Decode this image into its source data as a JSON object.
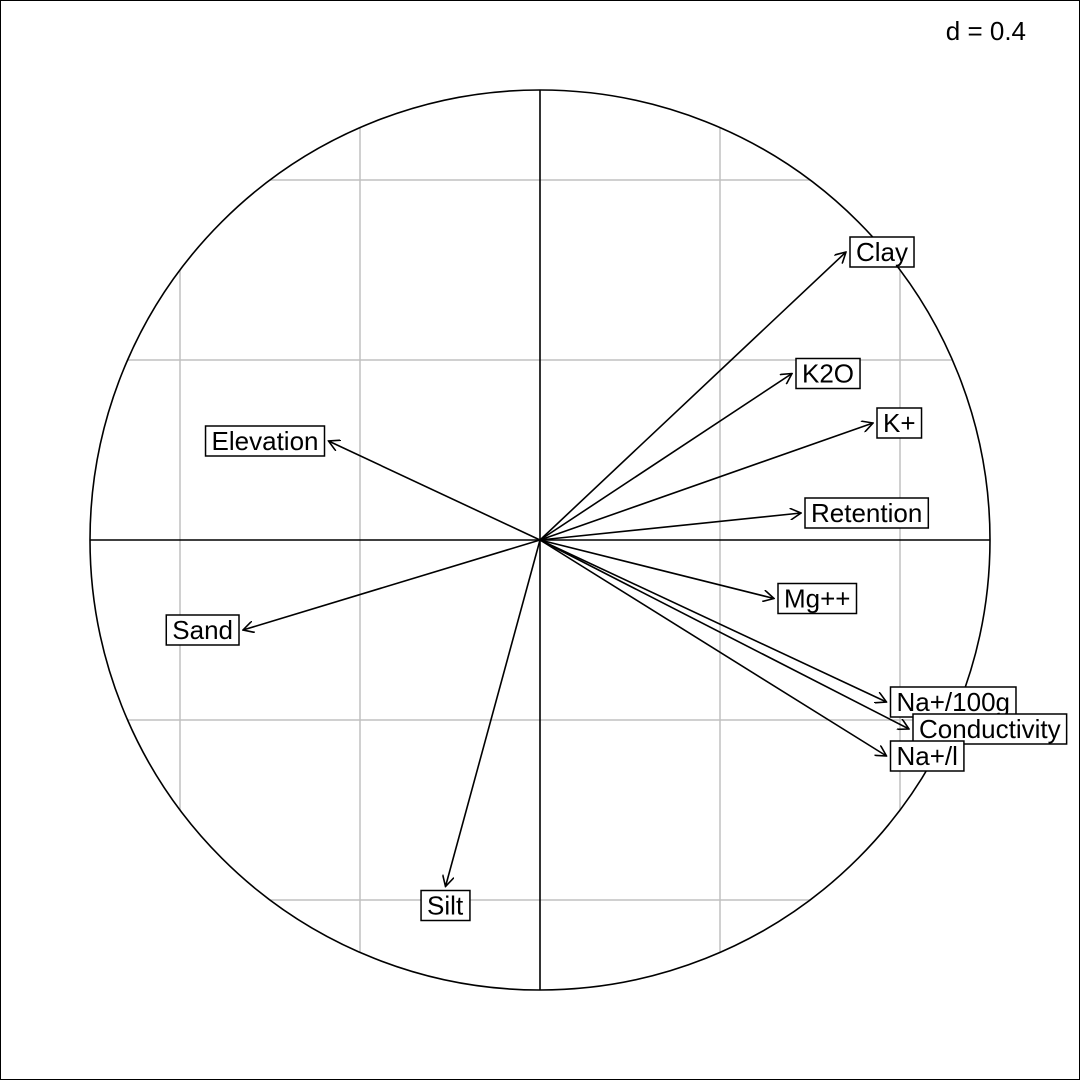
{
  "chart_data": {
    "type": "scatter",
    "subtype": "correlation-circle",
    "scale_label": "d = 0.4",
    "grid_step": 0.4,
    "xlim": [
      -1,
      1
    ],
    "ylim": [
      -1,
      1
    ],
    "grid": true,
    "legend": "none",
    "variables": [
      {
        "name": "Clay",
        "x": 0.68,
        "y": 0.64
      },
      {
        "name": "K2O",
        "x": 0.56,
        "y": 0.37
      },
      {
        "name": "K+",
        "x": 0.74,
        "y": 0.26
      },
      {
        "name": "Retention",
        "x": 0.58,
        "y": 0.06
      },
      {
        "name": "Mg++",
        "x": 0.52,
        "y": -0.13
      },
      {
        "name": "Na+/100g",
        "x": 0.77,
        "y": -0.36
      },
      {
        "name": "Conductivity",
        "x": 0.82,
        "y": -0.42
      },
      {
        "name": "Na+/l",
        "x": 0.77,
        "y": -0.48
      },
      {
        "name": "Elevation",
        "x": -0.47,
        "y": 0.22
      },
      {
        "name": "Sand",
        "x": -0.66,
        "y": -0.2
      },
      {
        "name": "Silt",
        "x": -0.21,
        "y": -0.77
      }
    ]
  }
}
